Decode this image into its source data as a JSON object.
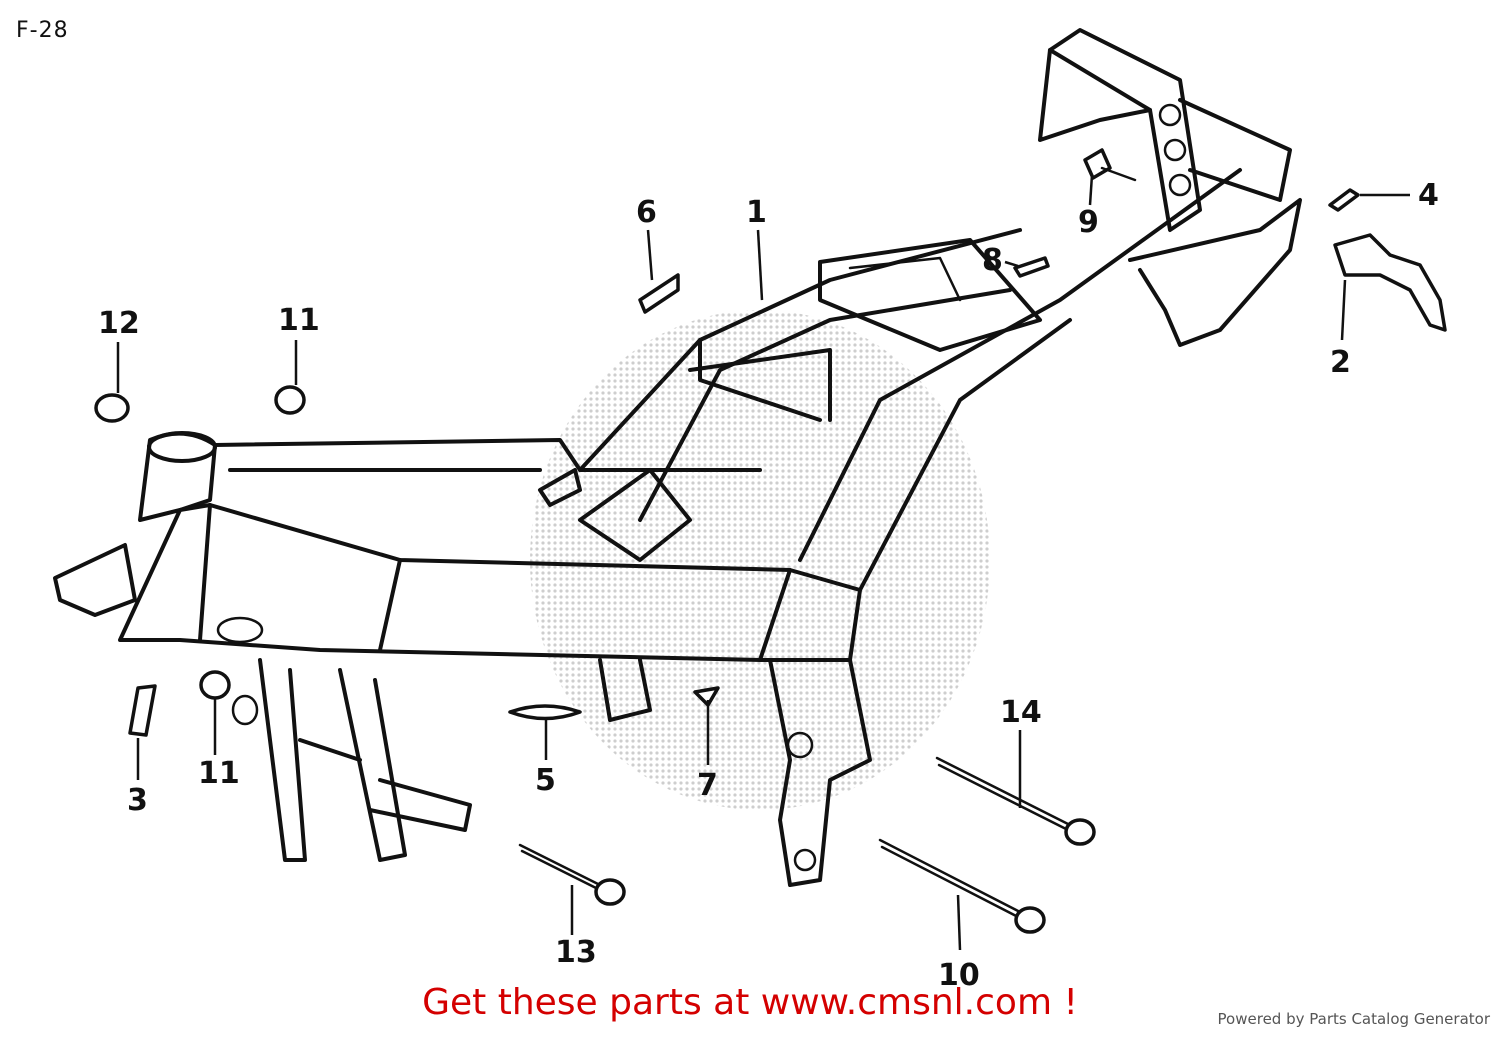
{
  "page_code": "F-28",
  "footer": {
    "call_to_action": "Get these parts at www.cmsnl.com !",
    "credit": "Powered by Parts Catalog Generator"
  },
  "callouts": [
    "1",
    "2",
    "3",
    "4",
    "5",
    "6",
    "7",
    "8",
    "9",
    "10",
    "11",
    "11",
    "12",
    "13",
    "14"
  ],
  "colors": {
    "line": "#111111",
    "call_to_action": "#d40000",
    "watermark": "#c8c8c8"
  }
}
